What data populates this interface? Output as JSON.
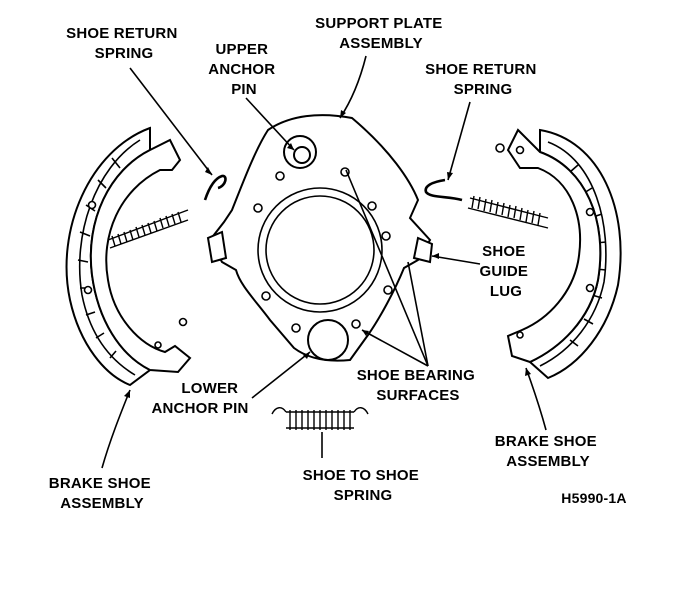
{
  "labels": {
    "shoe_return_spring_left": [
      "SHOE RETURN",
      "SPRING"
    ],
    "support_plate_assembly": [
      "SUPPORT PLATE",
      "ASSEMBLY"
    ],
    "upper_anchor_pin": [
      "UPPER",
      "ANCHOR",
      "PIN"
    ],
    "shoe_return_spring_right": [
      "SHOE RETURN",
      "SPRING"
    ],
    "shoe_guide_lug": [
      "SHOE",
      "GUIDE",
      "LUG"
    ],
    "lower_anchor_pin": [
      "LOWER",
      "ANCHOR PIN"
    ],
    "shoe_bearing_surfaces": [
      "SHOE BEARING",
      "SURFACES"
    ],
    "brake_shoe_assembly_right": [
      "BRAKE SHOE",
      "ASSEMBLY"
    ],
    "brake_shoe_assembly_left": [
      "BRAKE SHOE",
      "ASSEMBLY"
    ],
    "shoe_to_shoe_spring": [
      "SHOE TO SHOE",
      "SPRING"
    ],
    "figure_code": "H5990-1A"
  }
}
